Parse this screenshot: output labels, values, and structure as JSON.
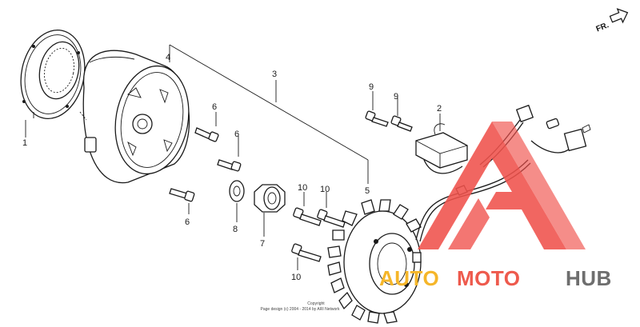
{
  "direction_label": "FR.",
  "part_callouts": {
    "p1": "1",
    "p2": "2",
    "p3": "3",
    "p4": "4",
    "p5": "5",
    "p6a": "6",
    "p6b": "6",
    "p6c": "6",
    "p7": "7",
    "p8": "8",
    "p9a": "9",
    "p9b": "9",
    "p10a": "10",
    "p10b": "10",
    "p10c": "10"
  },
  "copyright": {
    "line1": "Copyright",
    "line2": "Page design (c) 2004 - 2014 by ARI Network"
  },
  "watermark": {
    "part1": "AUTO",
    "part2": "MOTO",
    "part3": "HUB",
    "colors": {
      "triangle": "#f0524c",
      "auto": "#f5b62a",
      "moto": "#ee5a4d",
      "hub": "#6e6e6e"
    }
  }
}
